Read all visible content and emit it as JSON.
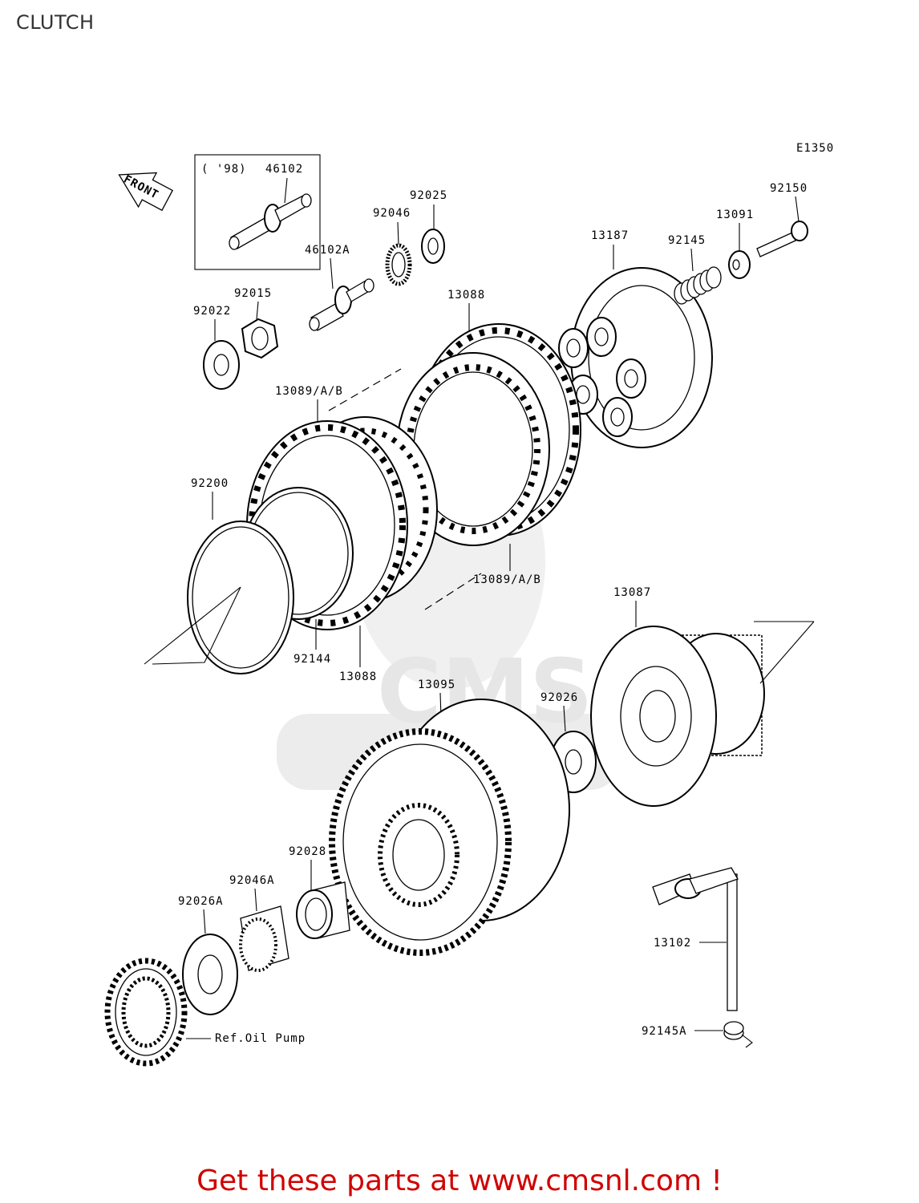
{
  "title": "CLUTCH",
  "diagram_code": "E1350",
  "front_label": "FRONT",
  "inset_year": "( '98)",
  "labels": {
    "p46102": "46102",
    "p46102A": "46102A",
    "p92025": "92025",
    "p92046": "92046",
    "p92150": "92150",
    "p13091": "13091",
    "p92145": "92145",
    "p13187": "13187",
    "p92015": "92015",
    "p92022": "92022",
    "p13088_top": "13088",
    "p13089_top": "13089/A/B",
    "p92200": "92200",
    "p13089_mid": "13089/A/B",
    "p13087": "13087",
    "p92144": "92144",
    "p13088_bot": "13088",
    "p13095": "13095",
    "p92026": "92026",
    "p92028": "92028",
    "p92046A": "92046A",
    "p92026A": "92026A",
    "p13102": "13102",
    "p92145A": "92145A",
    "ref_oil_pump": "Ref.Oil Pump"
  },
  "watermark": "CMS",
  "cta": "Get these parts at www.cmsnl.com !",
  "colors": {
    "cta": "#d00000",
    "watermark": "#e4e4e4",
    "line": "#000000"
  }
}
